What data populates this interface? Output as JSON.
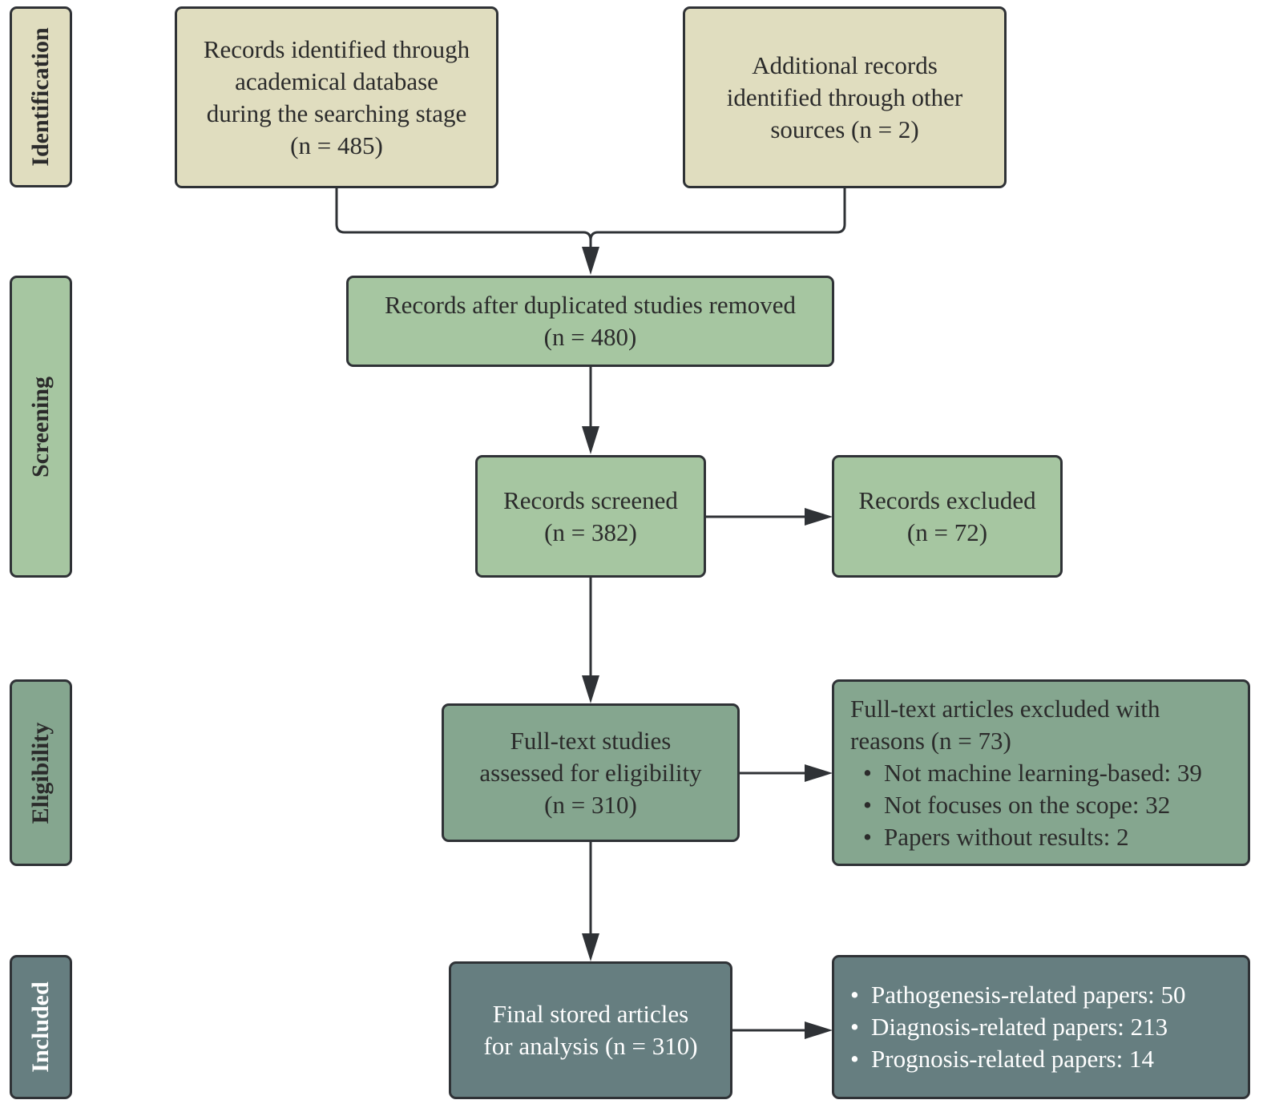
{
  "phases": {
    "identification": "Identification",
    "screening": "Screening",
    "eligibility": "Eligibility",
    "included": "Included"
  },
  "boxes": {
    "records_identified": "Records identified through\nacademical database\nduring the searching stage\n(n = 485)",
    "additional_records": "Additional records\nidentified through other\nsources (n = 2)",
    "after_duplicates": "Records after duplicated studies removed\n(n = 480)",
    "records_screened": "Records screened\n(n = 382)",
    "records_excluded": "Records excluded\n(n = 72)",
    "full_text_assessed": "Full-text studies\nassessed for eligibility\n(n = 310)",
    "full_text_excluded": {
      "heading": "Full-text articles excluded with\nreasons (n = 73)",
      "items": [
        "Not machine learning-based: 39",
        "Not focuses on the scope: 32",
        "Papers without results: 2"
      ]
    },
    "final_stored": "Final stored articles\nfor analysis (n = 310)",
    "final_breakdown": {
      "items": [
        "Pathogenesis-related papers: 50",
        "Diagnosis-related papers: 213",
        "Prognosis-related papers: 14"
      ]
    }
  },
  "colors": {
    "identification": "#e0ddbf",
    "screening": "#a6c6a1",
    "eligibility": "#85a68f",
    "included": "#667e80",
    "stroke": "#2f3236"
  }
}
